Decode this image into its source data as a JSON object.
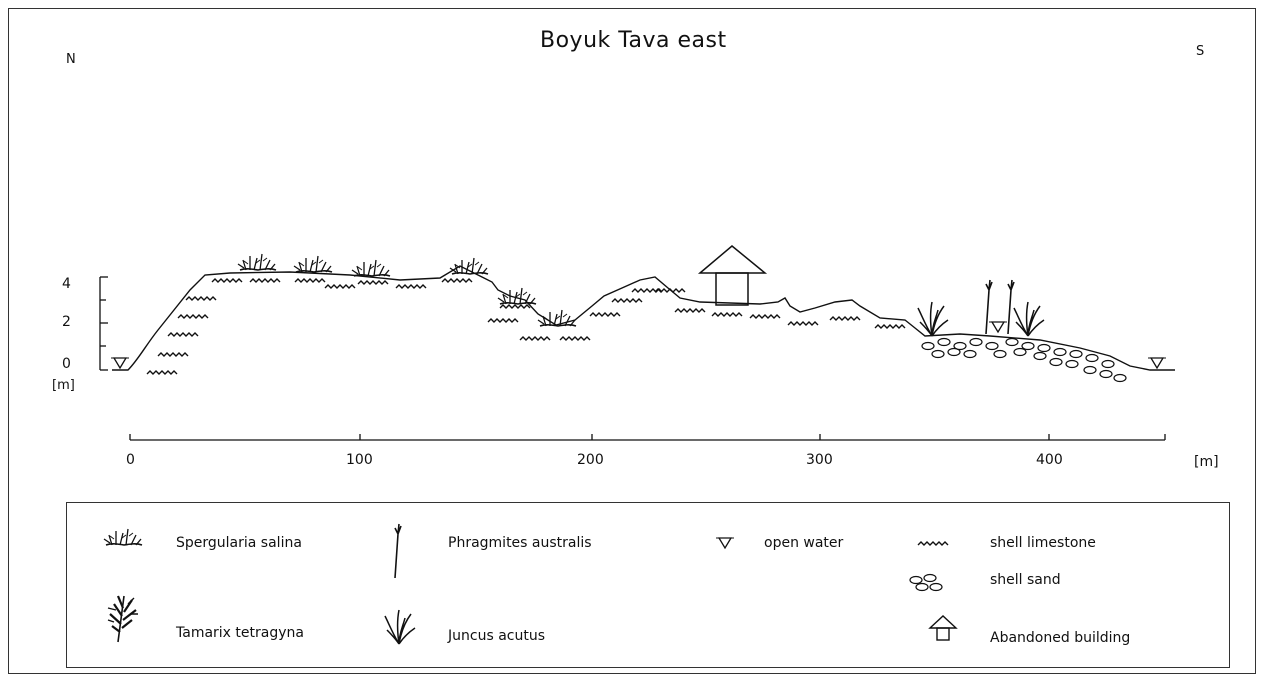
{
  "title": "Boyuk Tava east",
  "orientation": {
    "left": "N",
    "right": "S"
  },
  "y_axis": {
    "ticks": [
      "4",
      "2",
      "0"
    ],
    "unit": "[m]"
  },
  "x_axis": {
    "ticks": [
      "0",
      "100",
      "200",
      "300",
      "400"
    ],
    "unit": "[m]"
  },
  "legend": {
    "spergularia": "Spergularia salina",
    "phragmites": "Phragmites australis",
    "open_water": "open water",
    "shell_limestone": "shell limestone",
    "shell_sand": "shell sand",
    "tamarix": "Tamarix tetragyna",
    "juncus": "Juncus acutus",
    "building": "Abandoned building"
  }
}
